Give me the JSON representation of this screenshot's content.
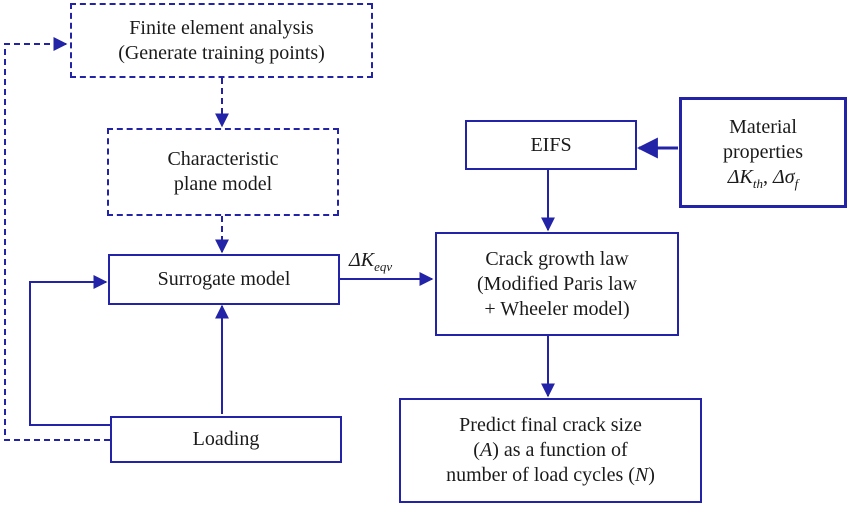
{
  "nodes": {
    "fea": {
      "line1": "Finite element analysis",
      "line2": "(Generate training points)"
    },
    "characteristic": {
      "line1": "Characteristic",
      "line2": "plane model"
    },
    "surrogate": {
      "label": "Surrogate model"
    },
    "loading": {
      "label": "Loading"
    },
    "eifs": {
      "label": "EIFS"
    },
    "material": {
      "line1": "Material",
      "line2": "properties",
      "k_sym": "ΔK",
      "k_sub": "th",
      "sep": ", ",
      "s_sym": "Δσ",
      "s_sub": "f"
    },
    "crack_law": {
      "line1": "Crack growth law",
      "line2": "(Modified Paris law",
      "line3": "+ Wheeler model)"
    },
    "predict": {
      "line1": "Predict final crack size",
      "l2_pre": "(",
      "l2_var": "A",
      "l2_post": ") as a function of",
      "l3_pre": "number of load cycles (",
      "l3_var": "N",
      "l3_post": ")"
    }
  },
  "edge_label": {
    "sym": "ΔK",
    "sub": "eqv"
  },
  "colors": {
    "line": "#2323a8",
    "text": "#1a1a1a",
    "background": "#ffffff"
  }
}
